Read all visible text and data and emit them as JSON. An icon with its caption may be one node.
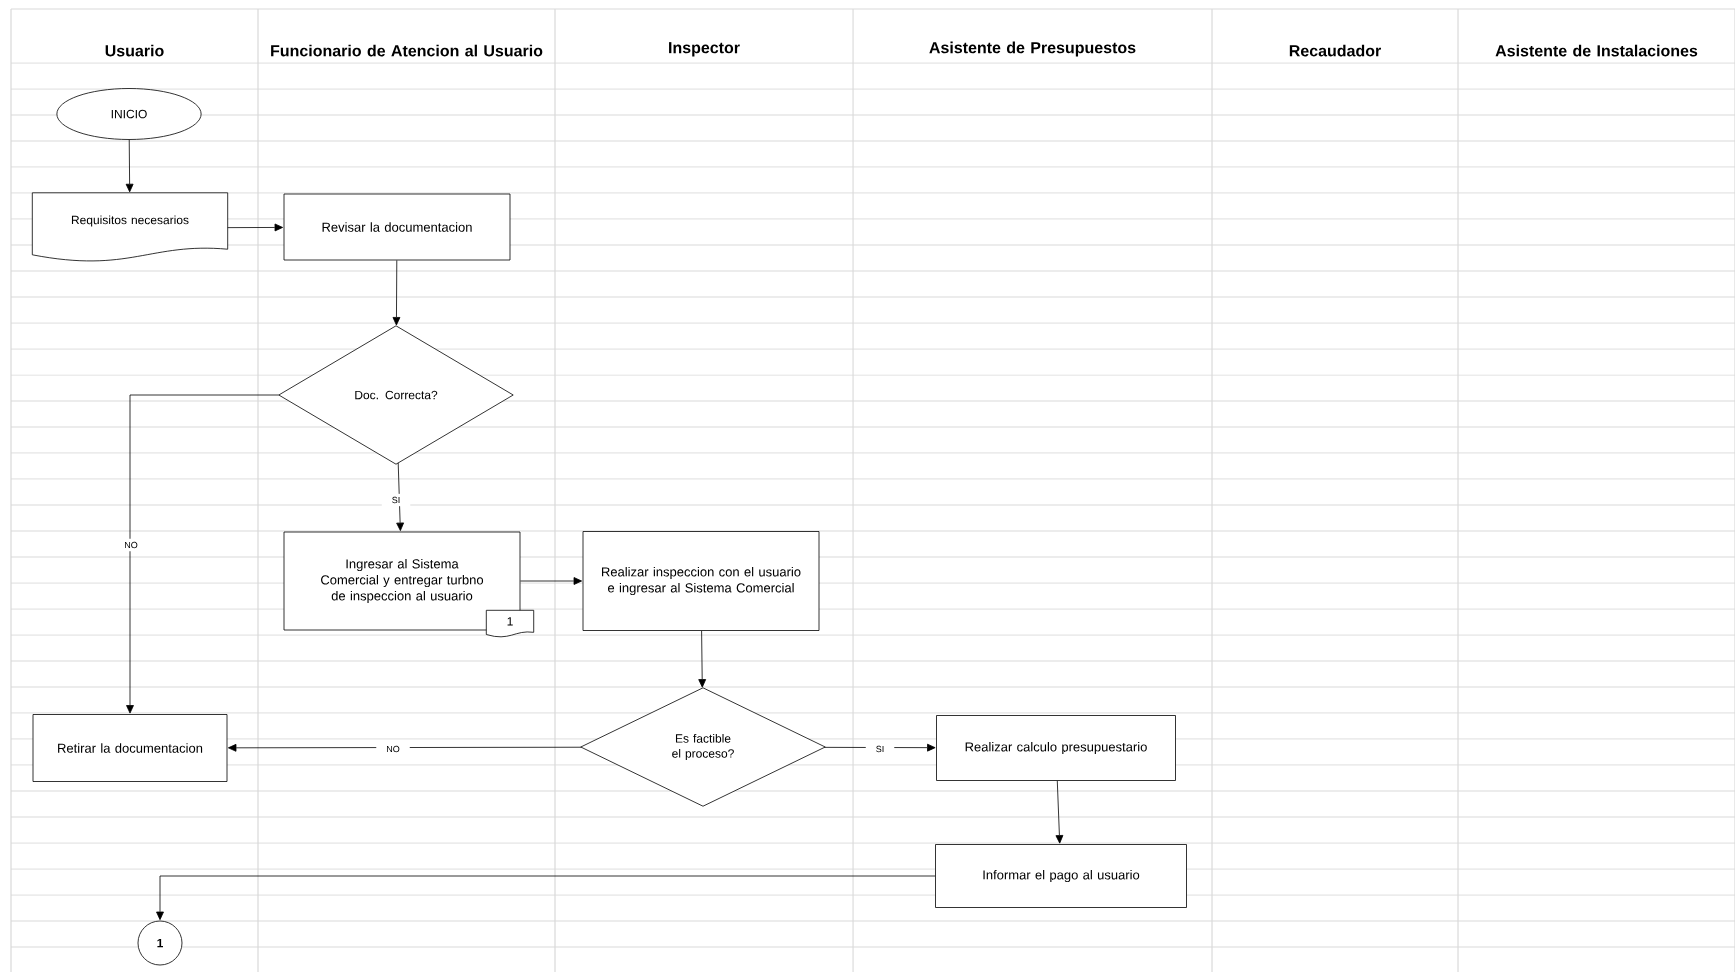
{
  "diagram": {
    "nodes": [
      {
        "text": [
          "INICIO"
        ]
      },
      {
        "text": [
          "Requisitos necesarios"
        ]
      },
      {
        "text": [
          "Revisar la documentacion"
        ]
      },
      {
        "text": [
          "Doc. Correcta?"
        ]
      },
      {
        "text": [
          "Ingresar al Sistema Comercial y entregar turbno de inspeccion al usuario"
        ]
      },
      {
        "text": [
          "1"
        ]
      },
      {
        "text": [
          "Realizar inspeccion con el usuario e ingresar al Sistema Comercial"
        ]
      },
      {
        "text": [
          "Es factible el proceso?"
        ]
      },
      {
        "text": [
          "Retirar la documentacion"
        ]
      },
      {
        "text": [
          "Realizar calculo presupuestario"
        ]
      },
      {
        "text": [
          "Informar el pago al usuario"
        ]
      },
      {
        "text": [
          "1"
        ]
      }
    ],
    "edges": [
      {
        "from": 0,
        "to": 1,
        "arrow": "to"
      },
      {
        "from": 1,
        "to": 2,
        "arrow": "to"
      },
      {
        "from": 2,
        "to": 3,
        "arrow": "to"
      },
      {
        "from": 3,
        "to": 4,
        "arrow": "to",
        "label": "SI"
      },
      {
        "from": 3,
        "to": 8,
        "arrow": "to",
        "label": "NO"
      },
      {
        "from": 4,
        "to": 6,
        "arrow": "to"
      },
      {
        "from": 6,
        "to": 7,
        "arrow": "to"
      },
      {
        "from": 7,
        "to": 8,
        "arrow": "to",
        "label": "NO"
      },
      {
        "from": 7,
        "to": 9,
        "arrow": "to",
        "label": "SI"
      },
      {
        "from": 9,
        "to": 10,
        "arrow": "to"
      },
      {
        "from": 10,
        "to": 11,
        "arrow": "to"
      }
    ],
    "labels": [
      "Usuario",
      "Funcionario de Atencion al Usuario",
      "Inspector",
      "Asistente de Presupuestos",
      "Recaudador",
      "Asistente de Instalaciones"
    ]
  }
}
